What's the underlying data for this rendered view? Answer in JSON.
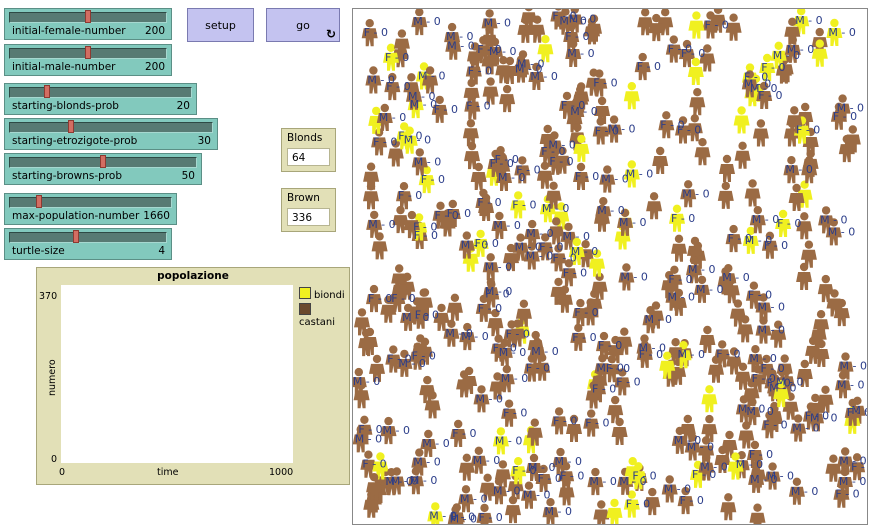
{
  "sliders": [
    {
      "label": "initial-female-number",
      "value": "200",
      "fraction": 0.5
    },
    {
      "label": "initial-male-number",
      "value": "200",
      "fraction": 0.5
    },
    {
      "label": "starting-blonds-prob",
      "value": "20",
      "fraction": 0.2
    },
    {
      "label": "starting-etrozigote-prob",
      "value": "30",
      "fraction": 0.3
    },
    {
      "label": "starting-browns-prob",
      "value": "50",
      "fraction": 0.5
    },
    {
      "label": "max-population-number",
      "value": "1660",
      "fraction": 0.17
    },
    {
      "label": "turtle-size",
      "value": "4",
      "fraction": 0.42
    }
  ],
  "buttons": {
    "setup": "setup",
    "go": "go",
    "forever_icon": "loop-arrows-icon"
  },
  "monitors": {
    "blonds": {
      "label": "Blonds",
      "value": "64"
    },
    "brown": {
      "label": "Brown",
      "value": "336"
    }
  },
  "plot": {
    "title": "popolazione",
    "ylabel": "numero",
    "xlabel": "time",
    "ymax": "370",
    "ymin": "0",
    "xmin": "0",
    "xmax": "1000",
    "legend": [
      {
        "name": "biondi",
        "color": "#f0f020"
      },
      {
        "name": "castani",
        "color": "#6b4a2e"
      }
    ]
  },
  "world": {
    "colors": {
      "brown": "#9b6b44",
      "blond": "#f0f020",
      "label": "#2c3e8a"
    },
    "male_label": "M - 0",
    "female_label": "F - 0"
  }
}
